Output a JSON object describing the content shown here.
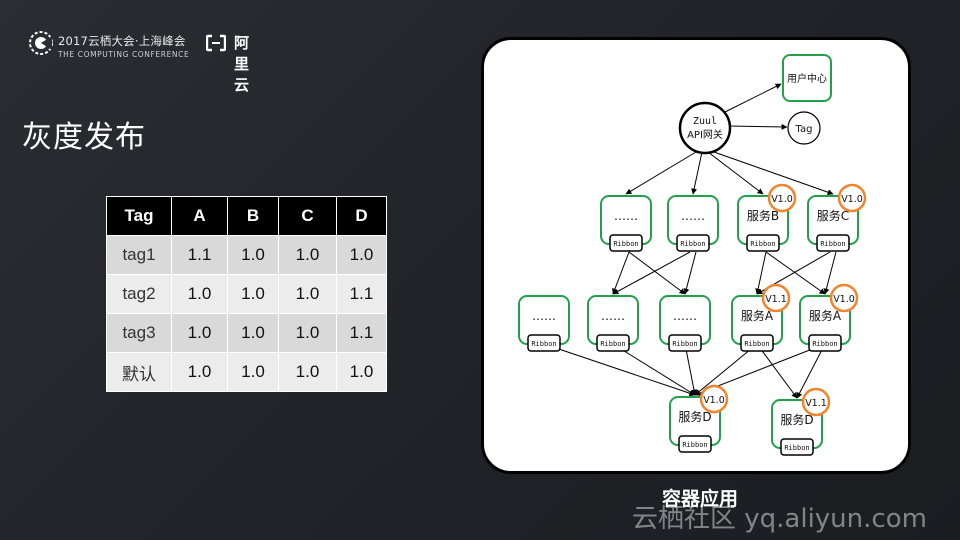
{
  "header": {
    "conf_title": "2017云栖大会·上海峰会",
    "conf_subtitle": "THE COMPUTING CONFERENCE",
    "brand": "阿里云"
  },
  "slide": {
    "title": "灰度发布"
  },
  "table": {
    "headers": [
      "Tag",
      "A",
      "B",
      "C",
      "D"
    ],
    "rows": [
      [
        "tag1",
        "1.1",
        "1.0",
        "1.0",
        "1.0"
      ],
      [
        "tag2",
        "1.0",
        "1.0",
        "1.0",
        "1.1"
      ],
      [
        "tag3",
        "1.0",
        "1.0",
        "1.0",
        "1.1"
      ],
      [
        "默认",
        "1.0",
        "1.0",
        "1.0",
        "1.0"
      ]
    ]
  },
  "diagram": {
    "gateway": {
      "line1": "Zuul",
      "line2": "API网关"
    },
    "user_center": "用户中心",
    "tag_node": "Tag",
    "ribbon": "Ribbon",
    "dots": "……",
    "row1": [
      {
        "label": "……",
        "version": ""
      },
      {
        "label": "……",
        "version": ""
      },
      {
        "label": "服务B",
        "version": "V1.0"
      },
      {
        "label": "服务C",
        "version": "V1.0"
      }
    ],
    "row2": [
      {
        "label": "……",
        "version": ""
      },
      {
        "label": "……",
        "version": ""
      },
      {
        "label": "……",
        "version": ""
      },
      {
        "label": "服务A",
        "version": "V1.1"
      },
      {
        "label": "服务A",
        "version": "V1.0"
      }
    ],
    "row3": [
      {
        "label": "服务D",
        "version": "V1.0"
      },
      {
        "label": "服务D",
        "version": "V1.1"
      }
    ],
    "colors": {
      "service_border": "#22a04b",
      "version_ring": "#f0852d",
      "line": "#000000"
    }
  },
  "caption": "容器应用",
  "watermark": "云栖社区 yq.aliyun.com"
}
